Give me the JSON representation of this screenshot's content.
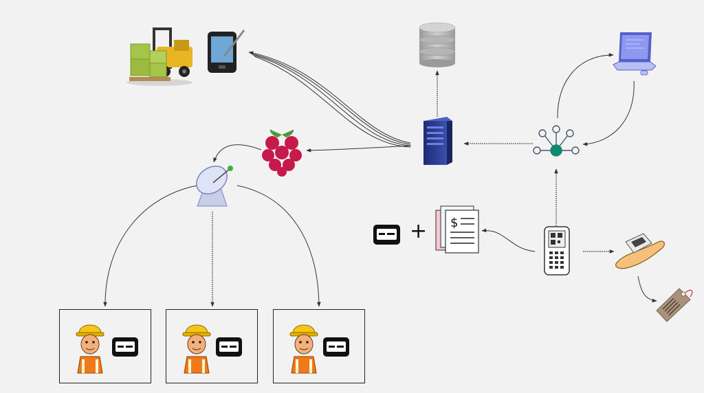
{
  "diagram": {
    "nodes": [
      {
        "id": "forklift",
        "icon": "forklift-icon"
      },
      {
        "id": "tablet",
        "icon": "tablet-stylus-icon"
      },
      {
        "id": "database",
        "icon": "database-icon"
      },
      {
        "id": "laptop",
        "icon": "laptop-icon"
      },
      {
        "id": "raspberry-pi",
        "icon": "raspberry-pi-icon"
      },
      {
        "id": "server",
        "icon": "server-icon"
      },
      {
        "id": "network-hub",
        "icon": "network-hub-icon"
      },
      {
        "id": "satellite-dish",
        "icon": "satellite-dish-icon"
      },
      {
        "id": "pager",
        "icon": "pager-icon"
      },
      {
        "id": "invoice-documents",
        "icon": "invoice-documents-icon"
      },
      {
        "id": "barcode-scanner",
        "icon": "barcode-scanner-icon"
      },
      {
        "id": "hand-device",
        "icon": "hand-holding-device-icon"
      },
      {
        "id": "barcode-tag",
        "icon": "barcode-tag-icon"
      },
      {
        "id": "worker-1",
        "icon": "worker-icon"
      },
      {
        "id": "worker-2",
        "icon": "worker-icon"
      },
      {
        "id": "worker-3",
        "icon": "worker-icon"
      }
    ],
    "plus_symbol": "+",
    "colors": {
      "background": "#f2f2f2",
      "arrow": "#333333",
      "server_blue": "#2d3d8f",
      "hub_teal": "#0e8a6e",
      "raspberry_red": "#c51a4a",
      "forklift_yellow": "#e8b622",
      "helmet_yellow": "#f5c518",
      "vest_orange": "#f07a1a"
    }
  }
}
